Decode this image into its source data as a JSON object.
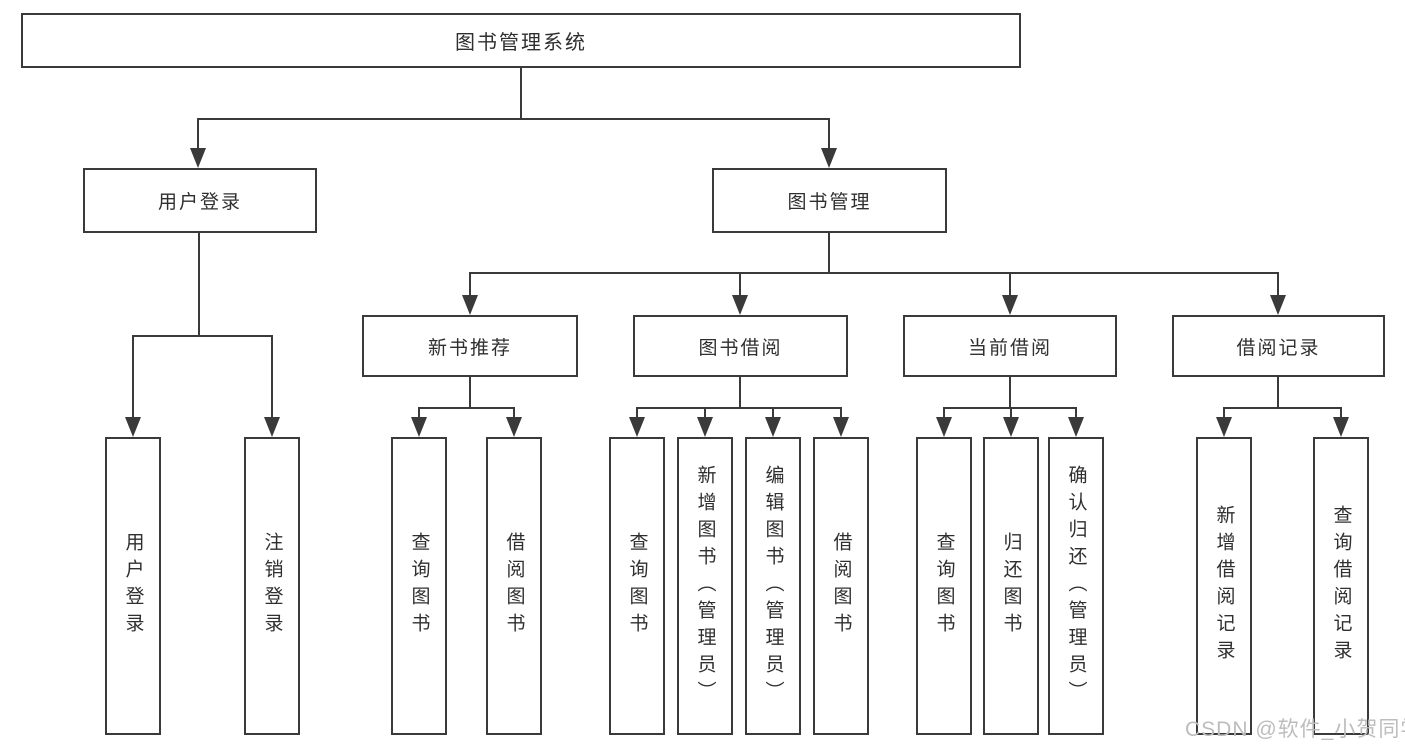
{
  "diagram": {
    "type": "hierarchy-tree",
    "colors": {
      "line": "#3a3a3a",
      "text": "#2f2f2f",
      "background": "#ffffff",
      "watermark": "#bdbdbd"
    },
    "tree": {
      "root": {
        "label": "图书管理系统",
        "children": [
          {
            "label": "用户登录",
            "children": [
              {
                "label": "用户登录"
              },
              {
                "label": "注销登录"
              }
            ]
          },
          {
            "label": "图书管理",
            "children": [
              {
                "label": "新书推荐",
                "children": [
                  {
                    "label": "查询图书"
                  },
                  {
                    "label": "借阅图书"
                  }
                ]
              },
              {
                "label": "图书借阅",
                "children": [
                  {
                    "label": "查询图书"
                  },
                  {
                    "label": "新增图书（管理员）"
                  },
                  {
                    "label": "编辑图书（管理员）"
                  },
                  {
                    "label": "借阅图书"
                  }
                ]
              },
              {
                "label": "当前借阅",
                "children": [
                  {
                    "label": "查询图书"
                  },
                  {
                    "label": "归还图书"
                  },
                  {
                    "label": "确认归还（管理员）"
                  }
                ]
              },
              {
                "label": "借阅记录",
                "children": [
                  {
                    "label": "新增借阅记录"
                  },
                  {
                    "label": "查询借阅记录"
                  }
                ]
              }
            ]
          }
        ]
      }
    },
    "watermark": {
      "text": "CSDN @软件_小贺同学"
    }
  }
}
